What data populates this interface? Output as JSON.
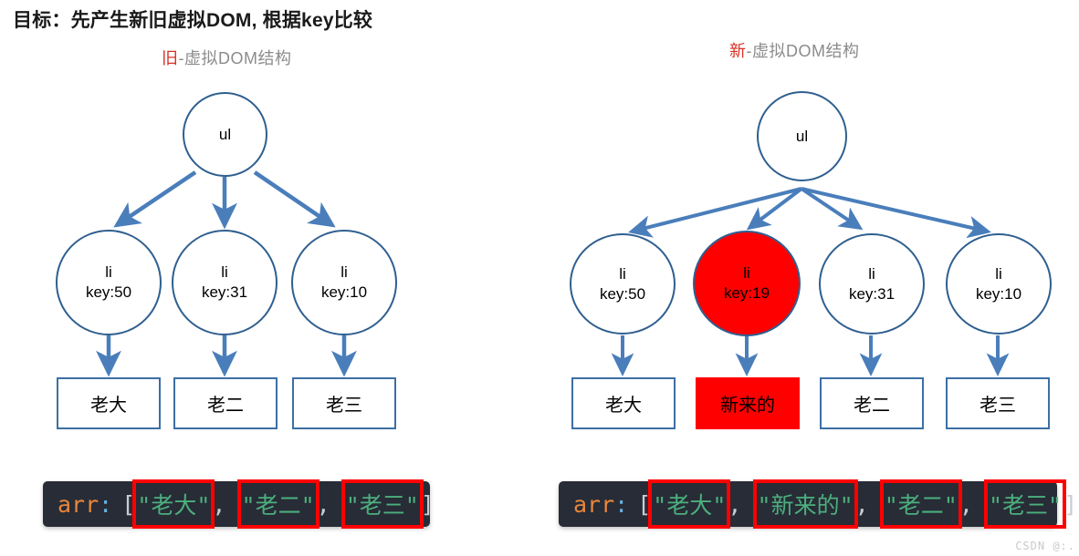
{
  "title": "目标：先产生新旧虚拟DOM, 根据key比较",
  "colors": {
    "node_border": "#2f5f8f",
    "box_border": "#3d6fa5",
    "arrow": "#4a7ebb",
    "highlight_red": "#ff0000",
    "caption_gray": "#8b8b8b",
    "caption_accent": "#d93025",
    "code_bg": "#272c36",
    "code_var": "#e8863c",
    "code_string": "#4caf7d"
  },
  "panels": [
    {
      "caption_accent": "旧",
      "caption_rest": "-虚拟DOM结构",
      "root": {
        "tag": "ul"
      },
      "nodes": [
        {
          "tag": "li",
          "key": "key:50",
          "highlight": false
        },
        {
          "tag": "li",
          "key": "key:31",
          "highlight": false
        },
        {
          "tag": "li",
          "key": "key:10",
          "highlight": false
        }
      ],
      "leaves": [
        {
          "text": "老大",
          "highlight": false
        },
        {
          "text": "老二",
          "highlight": false
        },
        {
          "text": "老三",
          "highlight": false
        }
      ],
      "code": {
        "var": "arr",
        "colon": ":",
        "open": "[",
        "close": "]",
        "comma": ",",
        "items": [
          "\"老大\"",
          "\"老二\"",
          "\"老三\""
        ]
      }
    },
    {
      "caption_accent": "新",
      "caption_rest": "-虚拟DOM结构",
      "root": {
        "tag": "ul"
      },
      "nodes": [
        {
          "tag": "li",
          "key": "key:50",
          "highlight": false
        },
        {
          "tag": "li",
          "key": "key:19",
          "highlight": true
        },
        {
          "tag": "li",
          "key": "key:31",
          "highlight": false
        },
        {
          "tag": "li",
          "key": "key:10",
          "highlight": false
        }
      ],
      "leaves": [
        {
          "text": "老大",
          "highlight": false
        },
        {
          "text": "新来的",
          "highlight": true
        },
        {
          "text": "老二",
          "highlight": false
        },
        {
          "text": "老三",
          "highlight": false
        }
      ],
      "code": {
        "var": "arr",
        "colon": ":",
        "open": "[",
        "close": "]",
        "comma": ",",
        "items": [
          "\"老大\"",
          "\"新来的\"",
          "\"老二\"",
          "\"老三\""
        ]
      }
    }
  ],
  "watermark": "CSDN @:."
}
